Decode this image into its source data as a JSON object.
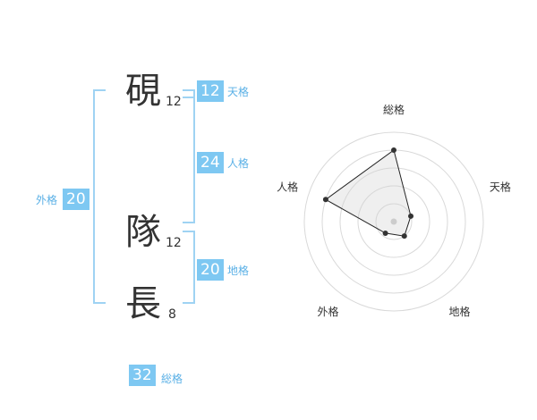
{
  "name": {
    "chars": [
      {
        "char": "硯",
        "strokes": "12"
      },
      {
        "char": "隊",
        "strokes": "12"
      },
      {
        "char": "長",
        "strokes": "8"
      }
    ]
  },
  "fortune": {
    "tenkaku": {
      "label": "天格",
      "value": "12"
    },
    "jinkaku": {
      "label": "人格",
      "value": "24"
    },
    "chikaku": {
      "label": "地格",
      "value": "20"
    },
    "gaikaku": {
      "label": "外格",
      "value": "20"
    },
    "soukaku": {
      "label": "総格",
      "value": "32"
    }
  },
  "colors": {
    "accent": "#7ec8f2",
    "bracket": "#9fd3f3",
    "label": "#5ab0e6"
  },
  "chart_data": {
    "type": "radar",
    "axes": [
      "総格",
      "天格",
      "地格",
      "外格",
      "人格"
    ],
    "values": [
      4,
      1,
      1,
      0.8,
      4
    ],
    "rmax": 5,
    "rings": 5
  }
}
